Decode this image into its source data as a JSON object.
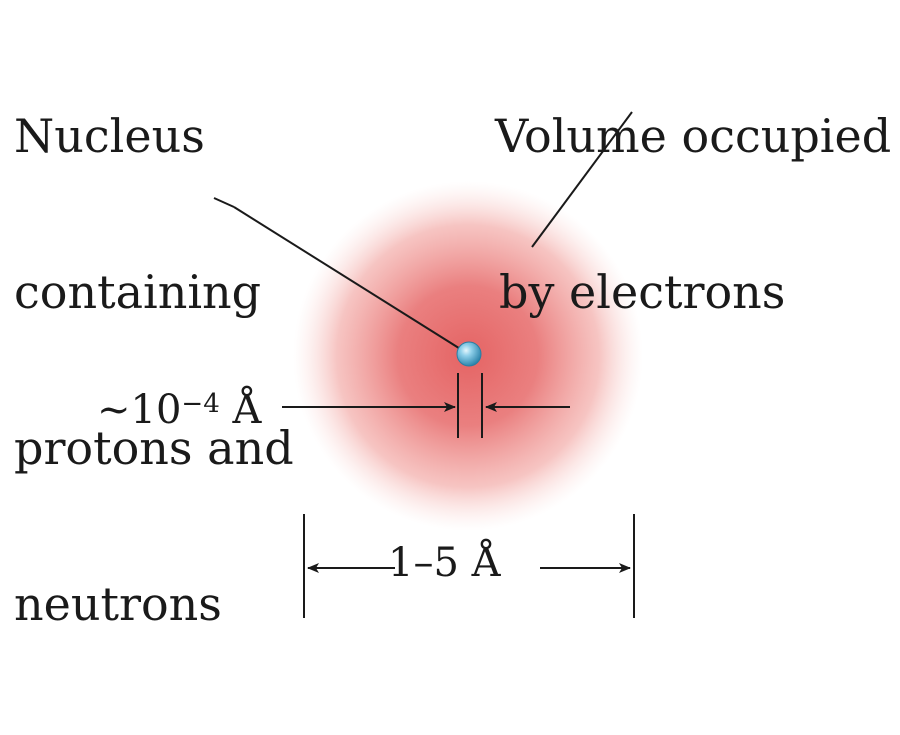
{
  "labels": {
    "nucleus": [
      "Nucleus",
      "containing",
      "protons and",
      "neutrons"
    ],
    "volume": [
      "Volume occupied",
      "by electrons"
    ],
    "nucleus_size_prefix": "~10",
    "nucleus_size_exponent": "−4",
    "nucleus_size_unit": " Å",
    "atom_size": "1–5 Å"
  },
  "colors": {
    "electron_cloud": "#e85a5a",
    "nucleus": "#5fb3d6",
    "ink": "#1a1a1a"
  }
}
